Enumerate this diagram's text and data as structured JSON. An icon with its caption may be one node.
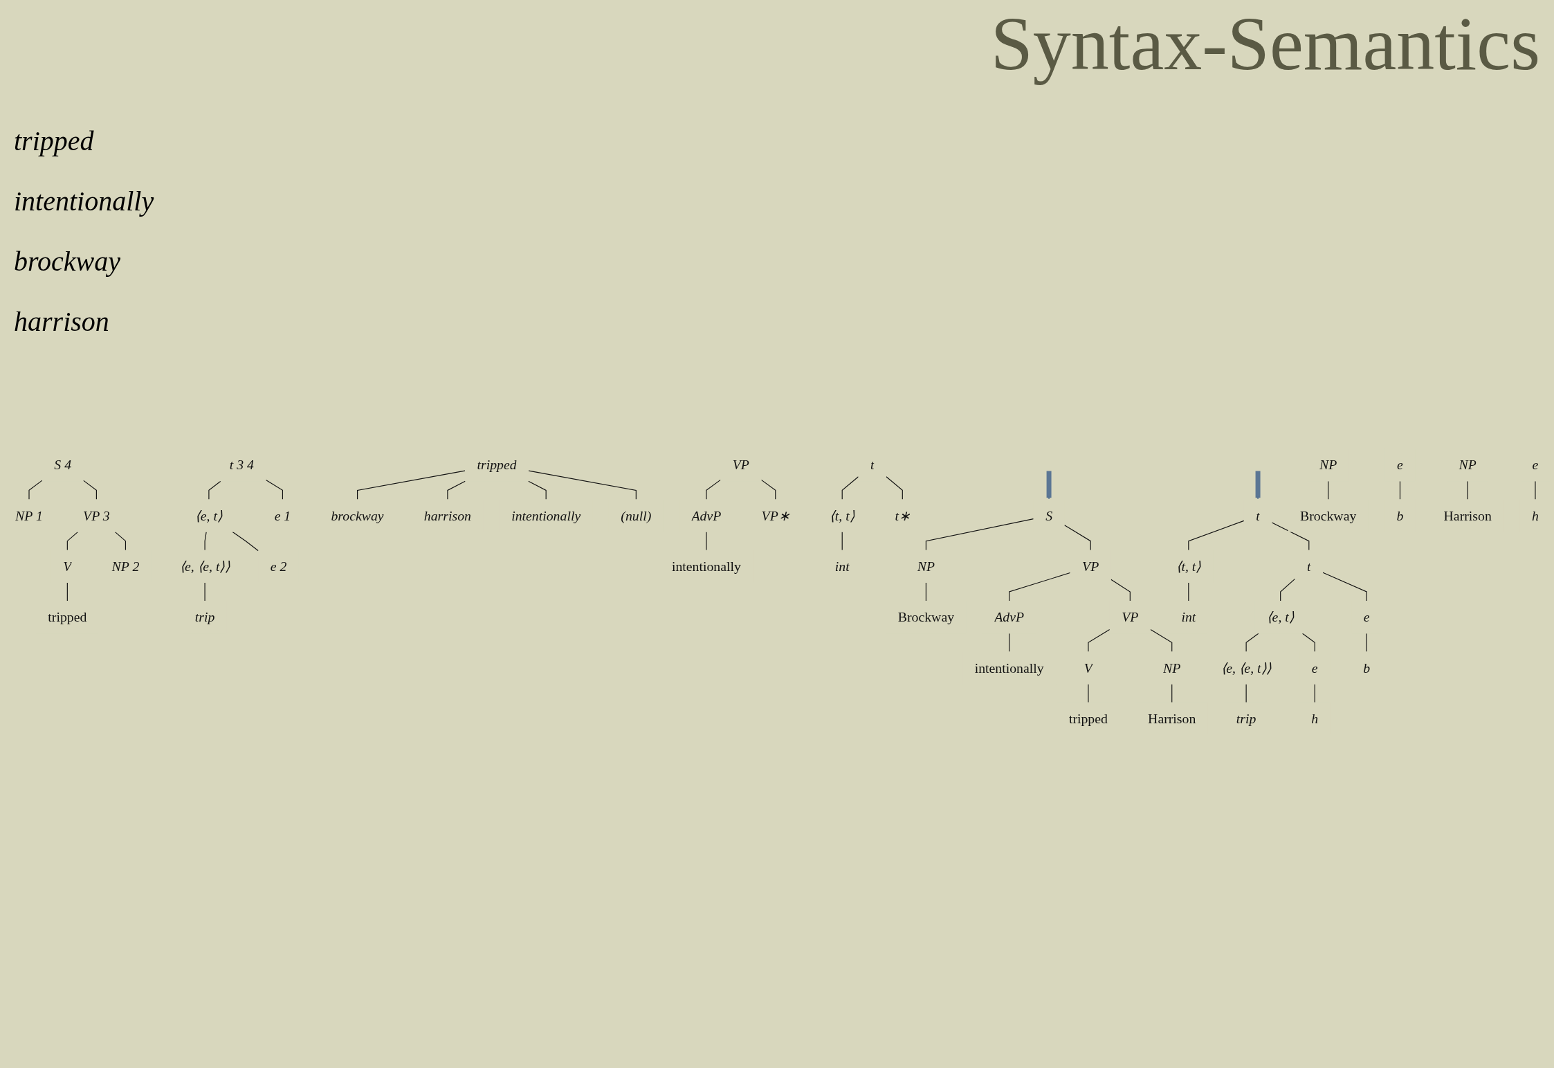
{
  "diagram": {
    "title": "Syntax-Semantics",
    "nodes": [
      {
        "text": [
          "S",
          "4"
        ]
      },
      {
        "text": [
          "NP",
          "1"
        ]
      },
      {
        "text": [
          "VP",
          "3"
        ]
      },
      {
        "text": [
          "V"
        ]
      },
      {
        "text": [
          "NP",
          "2"
        ]
      },
      {
        "text": [
          "tripped"
        ]
      },
      {
        "text": [
          "t",
          "3",
          "4"
        ]
      },
      {
        "text": [
          "⟨e, t⟩"
        ]
      },
      {
        "text": [
          "e",
          "1"
        ]
      },
      {
        "text": [
          "⟨e, ⟨e, t⟩⟩"
        ]
      },
      {
        "text": [
          "e",
          "2"
        ]
      },
      {
        "text": [
          "trip"
        ]
      },
      {
        "text": [
          "tripped"
        ]
      },
      {
        "text": [
          "brockway"
        ]
      },
      {
        "text": [
          "harrison"
        ]
      },
      {
        "text": [
          "intentionally"
        ]
      },
      {
        "text": [
          "(null)"
        ]
      },
      {
        "text": [
          "VP"
        ]
      },
      {
        "text": [
          "AdvP"
        ]
      },
      {
        "text": [
          "VP∗"
        ]
      },
      {
        "text": [
          "intentionally"
        ]
      },
      {
        "text": [
          "t"
        ]
      },
      {
        "text": [
          "⟨t, t⟩"
        ]
      },
      {
        "text": [
          "t∗"
        ]
      },
      {
        "text": [
          "int"
        ]
      },
      {
        "text": [
          "S"
        ]
      },
      {
        "text": [
          "NP"
        ]
      },
      {
        "text": [
          "VP"
        ]
      },
      {
        "text": [
          "Brockway"
        ]
      },
      {
        "text": [
          "AdvP"
        ]
      },
      {
        "text": [
          "VP"
        ]
      },
      {
        "text": [
          "intentionally"
        ]
      },
      {
        "text": [
          "V"
        ]
      },
      {
        "text": [
          "NP"
        ]
      },
      {
        "text": [
          "tripped"
        ]
      },
      {
        "text": [
          "Harrison"
        ]
      },
      {
        "text": [
          "t"
        ]
      },
      {
        "text": [
          "⟨t, t⟩"
        ]
      },
      {
        "text": [
          "t"
        ]
      },
      {
        "text": [
          "int"
        ]
      },
      {
        "text": [
          "⟨e, t⟩"
        ]
      },
      {
        "text": [
          "e"
        ]
      },
      {
        "text": [
          "⟨e, ⟨e, t⟩⟩"
        ]
      },
      {
        "text": [
          "e"
        ]
      },
      {
        "text": [
          "b"
        ]
      },
      {
        "text": [
          "trip"
        ]
      },
      {
        "text": [
          "h"
        ]
      },
      {
        "text": [
          "NP"
        ]
      },
      {
        "text": [
          "Brockway"
        ]
      },
      {
        "text": [
          "e"
        ]
      },
      {
        "text": [
          "b"
        ]
      },
      {
        "text": [
          "NP"
        ]
      },
      {
        "text": [
          "Harrison"
        ]
      },
      {
        "text": [
          "e"
        ]
      },
      {
        "text": [
          "h"
        ]
      }
    ],
    "edges": [
      {
        "from": 0,
        "to": 1,
        "arrow": "none"
      },
      {
        "from": 0,
        "to": 2,
        "arrow": "none"
      },
      {
        "from": 2,
        "to": 3,
        "arrow": "none"
      },
      {
        "from": 2,
        "to": 4,
        "arrow": "none"
      },
      {
        "from": 3,
        "to": 5,
        "arrow": "none"
      },
      {
        "from": 6,
        "to": 7,
        "arrow": "none"
      },
      {
        "from": 6,
        "to": 8,
        "arrow": "none"
      },
      {
        "from": 7,
        "to": 9,
        "arrow": "none"
      },
      {
        "from": 7,
        "to": 10,
        "arrow": "none"
      },
      {
        "from": 9,
        "to": 11,
        "arrow": "none"
      },
      {
        "from": 12,
        "to": 13,
        "arrow": "none"
      },
      {
        "from": 12,
        "to": 14,
        "arrow": "none"
      },
      {
        "from": 12,
        "to": 15,
        "arrow": "none"
      },
      {
        "from": 12,
        "to": 16,
        "arrow": "none"
      },
      {
        "from": null,
        "to": 25,
        "arrow": "to",
        "style": "thick",
        "color": "#5b7694"
      },
      {
        "from": null,
        "to": 36,
        "arrow": "to",
        "style": "thick",
        "color": "#5b7694"
      },
      {
        "from": 17,
        "to": 18,
        "arrow": "none"
      },
      {
        "from": 17,
        "to": 19,
        "arrow": "none"
      },
      {
        "from": 18,
        "to": 20,
        "arrow": "none"
      },
      {
        "from": 21,
        "to": 22,
        "arrow": "none"
      },
      {
        "from": 21,
        "to": 23,
        "arrow": "none"
      },
      {
        "from": 22,
        "to": 24,
        "arrow": "none"
      },
      {
        "from": 25,
        "to": 26,
        "arrow": "none"
      },
      {
        "from": 25,
        "to": 27,
        "arrow": "none"
      },
      {
        "from": 26,
        "to": 28,
        "arrow": "none"
      },
      {
        "from": 27,
        "to": 29,
        "arrow": "none"
      },
      {
        "from": 27,
        "to": 30,
        "arrow": "none"
      },
      {
        "from": 29,
        "to": 31,
        "arrow": "none"
      },
      {
        "from": 30,
        "to": 32,
        "arrow": "none"
      },
      {
        "from": 30,
        "to": 33,
        "arrow": "none"
      },
      {
        "from": 32,
        "to": 34,
        "arrow": "none"
      },
      {
        "from": 33,
        "to": 35,
        "arrow": "none"
      },
      {
        "from": 36,
        "to": 37,
        "arrow": "none"
      },
      {
        "from": 36,
        "to": 38,
        "arrow": "none"
      },
      {
        "from": 37,
        "to": 39,
        "arrow": "none"
      },
      {
        "from": 38,
        "to": 40,
        "arrow": "none"
      },
      {
        "from": 38,
        "to": 41,
        "arrow": "none"
      },
      {
        "from": 40,
        "to": 42,
        "arrow": "none"
      },
      {
        "from": 40,
        "to": 43,
        "arrow": "none"
      },
      {
        "from": 41,
        "to": 44,
        "arrow": "none"
      },
      {
        "from": 42,
        "to": 45,
        "arrow": "none"
      },
      {
        "from": 43,
        "to": 46,
        "arrow": "none"
      },
      {
        "from": 47,
        "to": 48,
        "arrow": "none"
      },
      {
        "from": 49,
        "to": 50,
        "arrow": "none"
      },
      {
        "from": 51,
        "to": 52,
        "arrow": "none"
      },
      {
        "from": 53,
        "to": 54,
        "arrow": "none"
      }
    ],
    "labels": [
      "tripped",
      "intentionally",
      "brockway",
      "harrison"
    ]
  }
}
